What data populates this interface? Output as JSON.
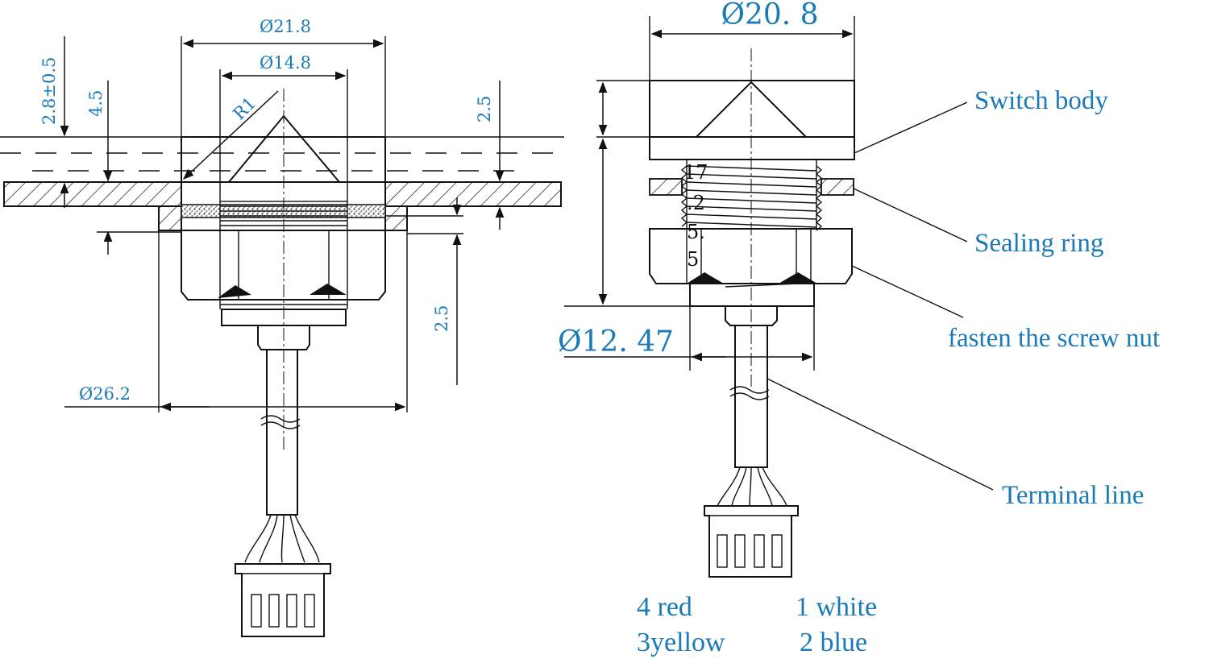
{
  "colors": {
    "annotation": "#1a7ab8",
    "line": "#111111"
  },
  "left_view": {
    "dims": {
      "outer_diameter": "Ø21.8",
      "inner_diameter": "Ø14.8",
      "radius": "R1",
      "height_tolerance": "2.8±0.5",
      "depth": "4.5",
      "thickness_right": "2.5",
      "thread_length": "2.5",
      "base_diameter": "Ø26.2"
    }
  },
  "right_view": {
    "dims": {
      "top_diameter": "Ø20. 8",
      "bottom_diameter": "Ø12. 47",
      "dim_a": "17",
      "dim_b": ".2",
      "dim_c": "5.",
      "dim_d": "5"
    },
    "labels": {
      "switch_body": "Switch body",
      "sealing_ring": "Sealing ring",
      "screw_nut": "fasten the screw nut",
      "terminal_line": "Terminal line"
    },
    "wires": {
      "red": "4 red",
      "white": "1 white",
      "yellow": "3yellow",
      "blue": "2 blue"
    }
  }
}
